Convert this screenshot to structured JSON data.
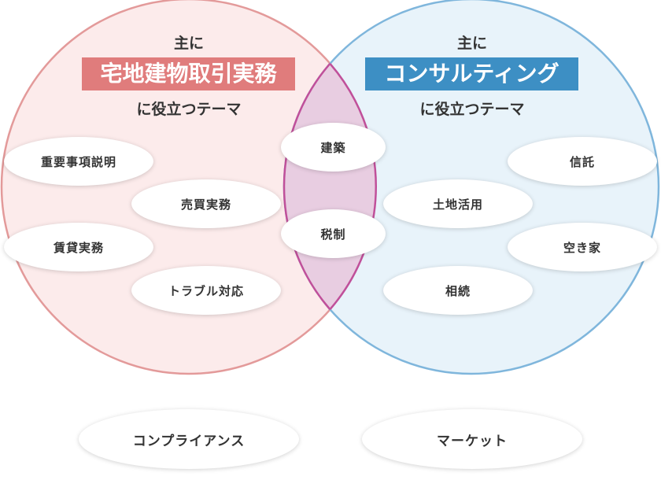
{
  "left": {
    "prefix": "主に",
    "title": "宅地建物取引実務",
    "suffix": "に役立つテーマ",
    "topics": [
      "重要事項説明",
      "売買実務",
      "賃貸実務",
      "トラブル対応"
    ]
  },
  "right": {
    "prefix": "主に",
    "title": "コンサルティング",
    "suffix": "に役立つテーマ",
    "topics": [
      "信託",
      "土地活用",
      "空き家",
      "相続"
    ]
  },
  "overlap": {
    "topics": [
      "建築",
      "税制"
    ]
  },
  "bottom": [
    "コンプライアンス",
    "マーケット"
  ],
  "colors": {
    "left_fill": "#fcebeb",
    "left_stroke": "#e39a9a",
    "left_band": "#e07c7c",
    "right_fill": "#e8f3fa",
    "right_stroke": "#7fb6dc",
    "right_band": "#3d8fc4",
    "overlap_fill": "#e8cde1",
    "overlap_stroke": "#c0509a"
  }
}
